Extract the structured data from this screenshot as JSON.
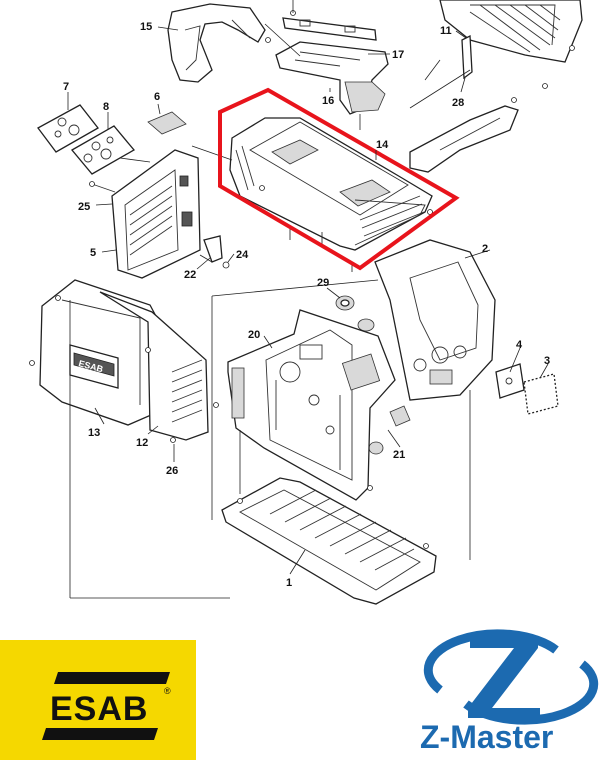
{
  "diagram": {
    "callouts": [
      {
        "label": "1"
      },
      {
        "label": "2"
      },
      {
        "label": "3"
      },
      {
        "label": "4"
      },
      {
        "label": "5"
      },
      {
        "label": "6"
      },
      {
        "label": "7"
      },
      {
        "label": "8"
      },
      {
        "label": "11"
      },
      {
        "label": "12"
      },
      {
        "label": "13"
      },
      {
        "label": "14"
      },
      {
        "label": "15"
      },
      {
        "label": "16"
      },
      {
        "label": "17"
      },
      {
        "label": "20"
      },
      {
        "label": "21"
      },
      {
        "label": "22"
      },
      {
        "label": "24"
      },
      {
        "label": "25"
      },
      {
        "label": "26"
      },
      {
        "label": "28"
      },
      {
        "label": "29"
      }
    ],
    "highlight_color": "#e8141c",
    "housing_cover_logo": "ESAB"
  },
  "logos": {
    "esab": {
      "text": "ESAB",
      "registered": "®",
      "background": "#f5d800"
    },
    "zmaster": {
      "text": "Z-Master",
      "color": "#1c6ab0"
    }
  }
}
